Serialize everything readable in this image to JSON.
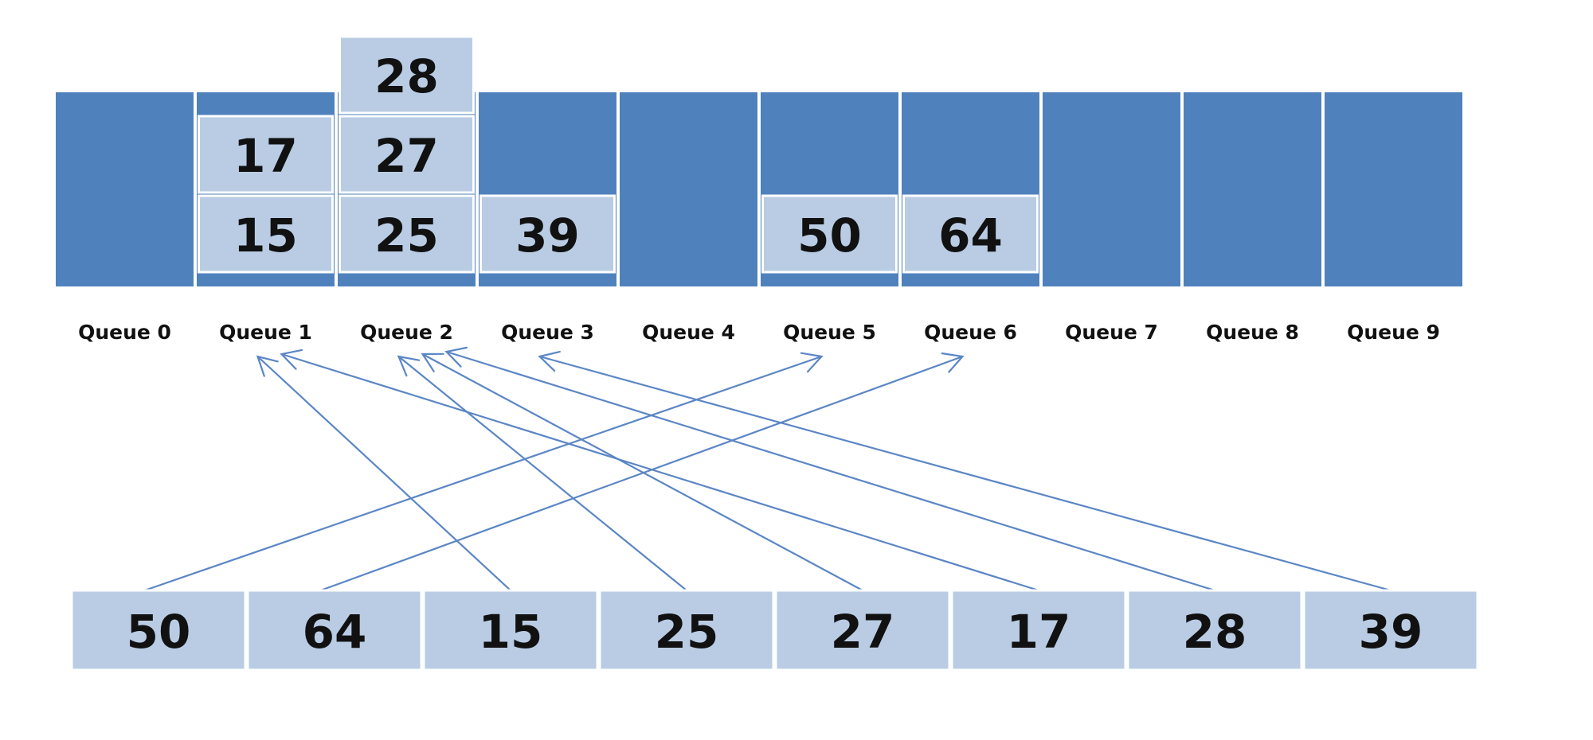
{
  "queues": [
    {
      "label": "Queue 0",
      "items": []
    },
    {
      "label": "Queue 1",
      "items": [
        "15",
        "17"
      ]
    },
    {
      "label": "Queue 2",
      "items": [
        "25",
        "27",
        "28"
      ]
    },
    {
      "label": "Queue 3",
      "items": [
        "39"
      ]
    },
    {
      "label": "Queue 4",
      "items": []
    },
    {
      "label": "Queue 5",
      "items": [
        "50"
      ]
    },
    {
      "label": "Queue 6",
      "items": [
        "64"
      ]
    },
    {
      "label": "Queue 7",
      "items": []
    },
    {
      "label": "Queue 8",
      "items": []
    },
    {
      "label": "Queue 9",
      "items": []
    }
  ],
  "input_array": [
    {
      "value": "50",
      "queue": 5
    },
    {
      "value": "64",
      "queue": 6
    },
    {
      "value": "15",
      "queue": 1
    },
    {
      "value": "25",
      "queue": 2
    },
    {
      "value": "27",
      "queue": 2
    },
    {
      "value": "17",
      "queue": 1
    },
    {
      "value": "28",
      "queue": 2
    },
    {
      "value": "39",
      "queue": 3
    }
  ],
  "colors": {
    "bucket": "#4f81bd",
    "item": "#b9cce4",
    "arrow": "#5b86c5",
    "text": "#111111"
  }
}
